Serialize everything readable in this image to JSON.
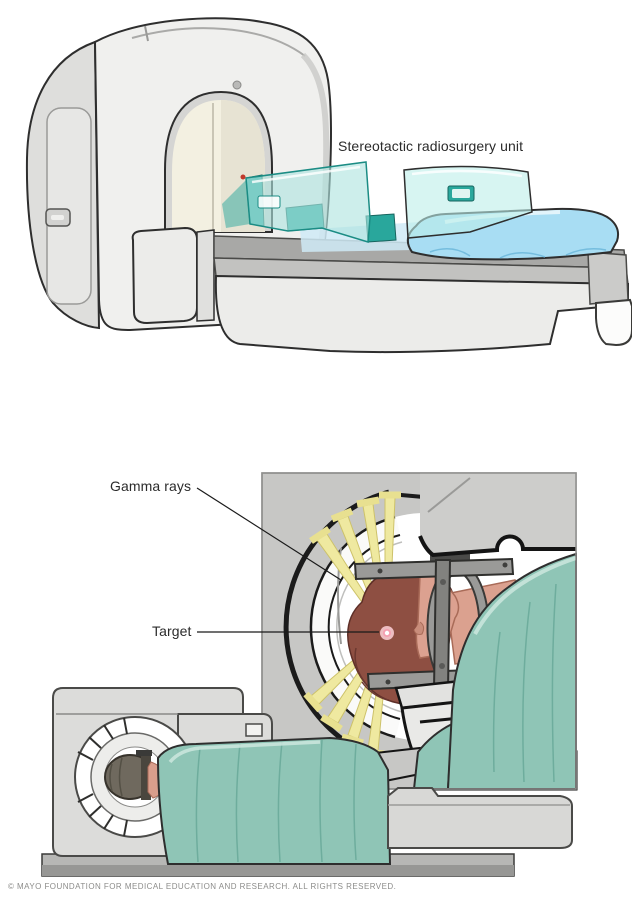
{
  "page": {
    "labels": {
      "unit": "Stereotactic radiosurgery unit",
      "gamma_rays": "Gamma rays",
      "target": "Target"
    },
    "copyright": "© MAYO FOUNDATION FOR MEDICAL EDUCATION AND RESEARCH. ALL RIGHTS RESERVED.",
    "illustrations": {
      "top": "Stereotactic radiosurgery unit with patient couch",
      "detail_panel": "Cutaway of collimator helmet with gamma-ray beams converging on a target in the patient's head",
      "small": "Side cross-section of patient lying in the radiosurgery unit"
    },
    "colors": {
      "beam_yellow": "#efe9a0",
      "blanket_teal": "#8fc5b6",
      "shield_teal": "#2aa89d",
      "mattress_blue": "#a8ddf3",
      "machine_gray": "#ececea",
      "panel_gray": "#c7c7c5",
      "skin": "#dca190",
      "hair": "#8e4f42",
      "target_pink": "#f49fb0",
      "outline": "#2e2e2e",
      "label_text": "#2b2b2b",
      "copyright_text": "#8c8c8a"
    }
  }
}
